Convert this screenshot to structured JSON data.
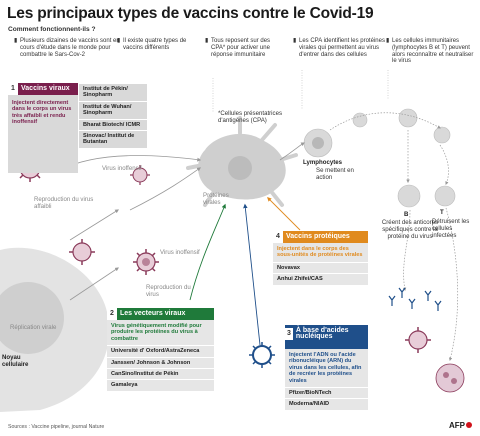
{
  "title": "Les principaux types de vaccins contre le Covid-19",
  "subtitle": "Comment fonctionnent-ils ?",
  "notes": [
    "Plusieurs dizaines de vaccins sont en cours d'étude dans le monde pour combattre le Sars-Cov-2",
    "Il existe quatre types de vaccins différents",
    "Tous reposent sur des CPA* pour activer une réponse immunitaire",
    "Les CPA identifient les protéines virales qui permettent au virus d'entrer dans des cellules",
    "Les cellules immunitaires (lymphocytes B et T) peuvent alors reconnaître et neutraliser le virus"
  ],
  "bullet": "▮",
  "vaccins": {
    "p1": {
      "num": "1",
      "title": "Vaccins viraux",
      "desc": "Injectent directement dans le corps un virus très affaibli et rendu inoffensif",
      "list": [
        "Institut de Pékin/ Sinopharm",
        "Institut de Wuhan/ Sinopharm",
        "Bharat Biotech/ ICMR",
        "Sinovac/ Institut de Butantan"
      ]
    },
    "p2": {
      "num": "2",
      "title": "Les vecteurs viraux",
      "desc": "Virus génétiquement modifié pour produire les protéines du virus à combattre",
      "list": [
        "Université d' Oxford/AstraZeneca",
        "Janssen/ Johnson & Johnson",
        "CanSino/Institut de Pékin",
        "Gamaleya"
      ]
    },
    "p3": {
      "num": "3",
      "title": "À base d'acides nucléiques",
      "desc": "Injectent l'ADN ou l'acide ribonucléique (ARN) du virus dans les cellules, afin de recréer les protéines virales",
      "list": [
        "Pfizer/BioNTech",
        "Moderna/NIAID"
      ]
    },
    "p4": {
      "num": "4",
      "title": "Vaccins protéiques",
      "desc": "Injectent dans le corps des sous-unités de protéines virales",
      "list": [
        "Novavax",
        "Anhui Zhifei/CAS"
      ]
    }
  },
  "labels": {
    "cpa": "*Cellules présentatrices d'antigènes (CPA)",
    "virus_inoffensif": "Virus inoffensif",
    "reproduction_affaibli": "Reproduction du virus affaibli",
    "reproduction_virus": "Reproduction du virus",
    "replication": "Réplication virale",
    "noyau": "Noyau cellulaire",
    "proteines": "Protéines virales",
    "lymphocytes": "Lymphocytes",
    "se_mettent": "Se mettent en action",
    "b": "B",
    "t": "T",
    "b_desc": "Créent des anticorps spécifiques contre la protéine du virus",
    "t_desc": "Détruisent les cellules infectées"
  },
  "source": "Sources : Vaccine pipeline, journal Nature",
  "logo": "AFP",
  "colors": {
    "vaccins_viraux": "#7a1f4d",
    "vecteurs_viraux": "#1f7a3a",
    "acides_nucleiques": "#1f4f8a",
    "vaccins_proteiques": "#e08a1e",
    "virus": "#8a3a5a",
    "afp_red": "#d0121b"
  }
}
